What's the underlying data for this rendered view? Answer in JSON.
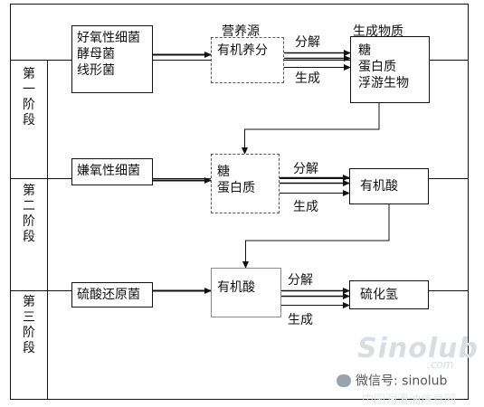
{
  "headers": {
    "nutrient": "营养源",
    "product": "生成物质"
  },
  "stages": [
    {
      "chars": [
        "第",
        "一",
        "阶",
        "段"
      ]
    },
    {
      "chars": [
        "第",
        "二",
        "阶",
        "段"
      ]
    },
    {
      "chars": [
        "第",
        "三",
        "阶",
        "段"
      ]
    }
  ],
  "rows": [
    {
      "bacteria": [
        "好氧性细菌",
        "酵母菌",
        "线形菌"
      ],
      "nutrient": [
        "有机养分"
      ],
      "arrow_top": "分解",
      "arrow_bottom": "生成",
      "product": [
        "糖",
        "蛋白质",
        "浮游生物"
      ]
    },
    {
      "bacteria": [
        "嫌氧性细菌"
      ],
      "nutrient": [
        "糖",
        "蛋白质"
      ],
      "arrow_top": "分解",
      "arrow_bottom": "生成",
      "product": [
        "有机酸"
      ]
    },
    {
      "bacteria": [
        "硫酸还原菌"
      ],
      "nutrient": [
        "有机酸"
      ],
      "arrow_top": "分解",
      "arrow_bottom": "生成",
      "product": [
        "硫化氢"
      ]
    }
  ],
  "watermark": {
    "logo_text": "Sinolub",
    "logo_sub": ".com",
    "wechat": "微信号: sinolub",
    "tagline": "中国润滑油信息网"
  }
}
